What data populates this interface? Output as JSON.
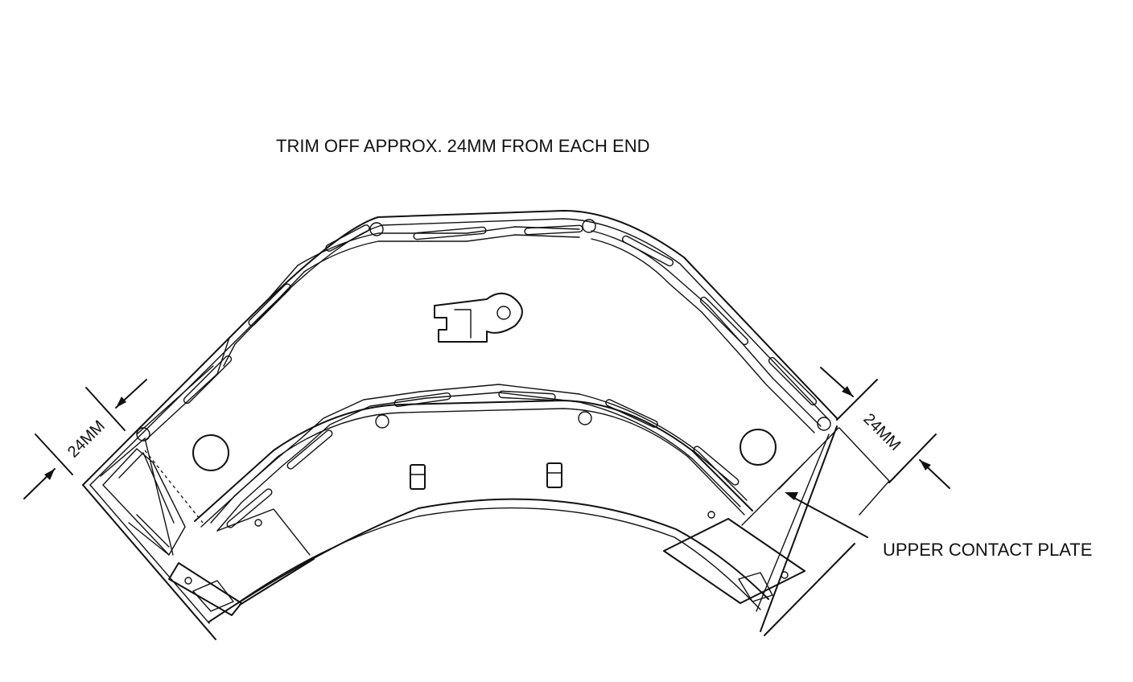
{
  "diagram": {
    "instruction": "TRIM OFF APPROX. 24MM FROM EACH END",
    "left_dimension": "24MM",
    "right_dimension": "24MM",
    "callout_label": "UPPER CONTACT PLATE"
  }
}
